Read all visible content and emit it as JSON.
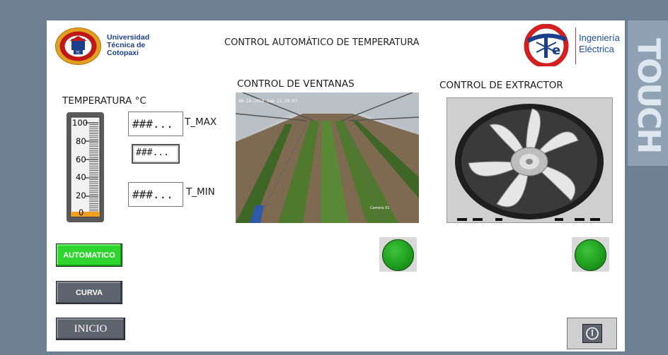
{
  "header": {
    "university_lines": [
      "Universidad",
      "Técnica de",
      "Cotopaxi"
    ],
    "title": "CONTROL AUTOMÁTICO DE TEMPERATURA",
    "faculty_lines": [
      "Ingeniería",
      "Eléctrica"
    ]
  },
  "side_strip": {
    "text": "TOUCH"
  },
  "temperature": {
    "heading": "TEMPERATURA °C",
    "scale_labels": [
      "100",
      "80",
      "60",
      "40",
      "20",
      "0"
    ],
    "level_percent": 0,
    "fill_color": "#f0a020",
    "t_max": {
      "value": "###...",
      "label": "T_MAX"
    },
    "current": {
      "value": "###..."
    },
    "t_min": {
      "value": "###...",
      "label": "T_MIN"
    }
  },
  "ventanas": {
    "heading": "CONTROL DE VENTANAS",
    "camera_timestamp": "06-28-2019 Jue 11:28:07",
    "camera_label": "Camera 01",
    "lamp_color": "#1d9a1d"
  },
  "extractor": {
    "heading": "CONTROL DE EXTRACTOR",
    "lamp_color": "#1d9a1d"
  },
  "buttons": {
    "automatico": "AUTOMATICO",
    "curva": "CURVA",
    "inicio": "INICIO",
    "power_icon": "power-icon"
  }
}
